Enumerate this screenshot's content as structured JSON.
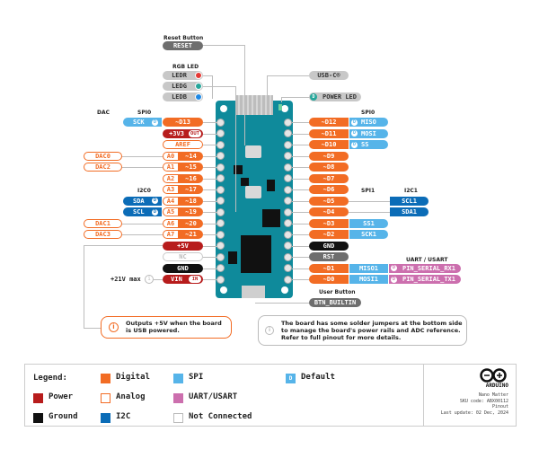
{
  "colors": {
    "digital": "#f26c24",
    "power": "#b71c1c",
    "analog_border": "#f26c24",
    "spi": "#56b4e9",
    "i2c": "#0b6cb7",
    "uart": "#cc6fae",
    "ground": "#111111",
    "board": "#0f8a9b"
  },
  "top": {
    "reset_button_header": "Reset Button",
    "reset_label": "RESET",
    "rgb_led_header": "RGB LED",
    "leds": [
      {
        "label": "LEDR",
        "color": "#e53935"
      },
      {
        "label": "LEDG",
        "color": "#26a69a"
      },
      {
        "label": "LEDB",
        "color": "#1e88e5"
      }
    ],
    "usb_label": "USB-C®",
    "power_led_label": "POWER LED",
    "power_led_badge": "D"
  },
  "headers": {
    "dac": "DAC",
    "spi0_left": "SPI0",
    "i2c0": "I2C0",
    "spi0_right": "SPI0",
    "spi1": "SPI1",
    "i2c1": "I2C1",
    "uart": "UART / USART",
    "user_button": "User Button"
  },
  "left_pins": [
    {
      "main": "~D13",
      "type": "digital",
      "extra": {
        "label": "SCK",
        "type": "spi",
        "default": "D"
      }
    },
    {
      "main": "+3V3",
      "type": "power",
      "tag": "OUT"
    },
    {
      "main": "AREF",
      "type": "analog"
    },
    {
      "analog": "A0",
      "main": "~14",
      "type": "digital",
      "dac": "DAC0"
    },
    {
      "analog": "A1",
      "main": "~15",
      "type": "digital",
      "dac": "DAC2"
    },
    {
      "analog": "A2",
      "main": "~16",
      "type": "digital"
    },
    {
      "analog": "A3",
      "main": "~17",
      "type": "digital"
    },
    {
      "analog": "A4",
      "main": "~18",
      "type": "digital",
      "extra": {
        "label": "SDA",
        "type": "i2c",
        "default": "D"
      }
    },
    {
      "analog": "A5",
      "main": "~19",
      "type": "digital",
      "extra": {
        "label": "SCL",
        "type": "i2c",
        "default": "D"
      }
    },
    {
      "analog": "A6",
      "main": "~20",
      "type": "digital",
      "dac": "DAC1"
    },
    {
      "analog": "A7",
      "main": "~21",
      "type": "digital",
      "dac": "DAC3"
    },
    {
      "main": "+5V",
      "type": "power"
    },
    {
      "main": "NC",
      "type": "nc"
    },
    {
      "main": "GND",
      "type": "ground"
    },
    {
      "main": "VIN",
      "type": "power",
      "tag": "IN"
    }
  ],
  "right_pins": [
    {
      "main": "~D12",
      "type": "digital",
      "spi": "MISO",
      "spi_default": "D"
    },
    {
      "main": "~D11",
      "type": "digital",
      "spi": "MOSI",
      "spi_default": "D"
    },
    {
      "main": "~D10",
      "type": "digital",
      "spi": "SS",
      "spi_default": "D"
    },
    {
      "main": "~D9",
      "type": "digital"
    },
    {
      "main": "~D8",
      "type": "digital"
    },
    {
      "main": "~D7",
      "type": "digital"
    },
    {
      "main": "~D6",
      "type": "digital"
    },
    {
      "main": "~D5",
      "type": "digital",
      "i2c": "SCL1"
    },
    {
      "main": "~D4",
      "type": "digital",
      "i2c": "SDA1"
    },
    {
      "main": "~D3",
      "type": "digital",
      "spi": "SS1"
    },
    {
      "main": "~D2",
      "type": "digital",
      "spi": "SCK1"
    },
    {
      "main": "GND",
      "type": "ground"
    },
    {
      "main": "RST",
      "type": "grey"
    },
    {
      "main": "~D1",
      "type": "digital",
      "spi": "MISO1",
      "uart": "PIN_SERIAL_RX1",
      "uart_default": "D"
    },
    {
      "main": "~D0",
      "type": "digital",
      "spi": "MOSI1",
      "uart": "PIN_SERIAL_TX1",
      "uart_default": "D"
    }
  ],
  "vin_note": "+21V max",
  "btn_builtin": "BTN_BUILTIN",
  "notes": {
    "usb_power": "Outputs +5V when the board is USB powered.",
    "jumpers": "The board has some solder jumpers at the bottom side to manage the board's power rails and ADC reference. Refer to full pinout for more details."
  },
  "legend": {
    "title": "Legend:",
    "items": [
      {
        "label": "Digital",
        "type": "digital"
      },
      {
        "label": "SPI",
        "type": "spi"
      },
      {
        "label": "Default",
        "type": "default",
        "badge": "D"
      },
      {
        "label": "Power",
        "type": "power"
      },
      {
        "label": "Analog",
        "type": "analog"
      },
      {
        "label": "UART/USART",
        "type": "uart"
      },
      {
        "label": "Ground",
        "type": "ground"
      },
      {
        "label": "I2C",
        "type": "i2c"
      },
      {
        "label": "Not Connected",
        "type": "nc"
      }
    ]
  },
  "info": {
    "brand": "ARDUINO",
    "product": "Nano Matter",
    "sku": "SKU code: ABX00112",
    "doc_type": "Pinout",
    "last_update": "Last update: 02 Dec, 2024"
  }
}
